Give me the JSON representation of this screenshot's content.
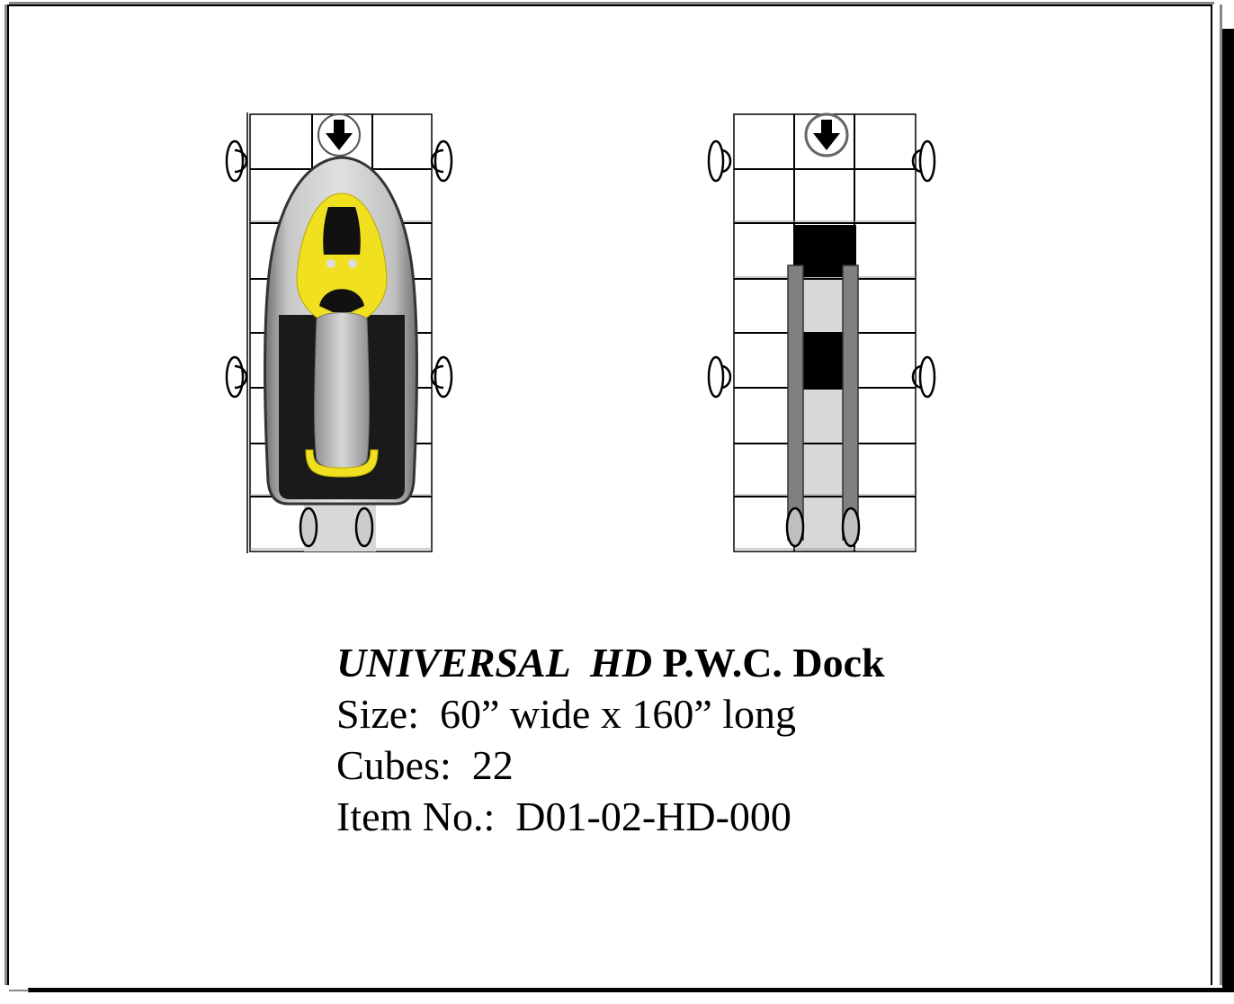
{
  "document": {
    "title": {
      "brand": "UNIVERSAL  HD",
      "product": " P.W.C. Dock"
    },
    "specs": [
      {
        "label": "Size:",
        "value": "  60” wide x 160” long"
      },
      {
        "label": "Cubes:",
        "value": "  22"
      },
      {
        "label": "Item No.:",
        "value": "  D01-02-HD-000"
      }
    ]
  },
  "diagrams": [
    {
      "name": "dock-with-pwc",
      "description": "Top view of dock with personal watercraft loaded",
      "icons": [
        "direction-arrow-down-icon",
        "cleat-icon",
        "roller-icon"
      ]
    },
    {
      "name": "dock-empty",
      "description": "Top view of empty dock showing drive-on rails",
      "icons": [
        "direction-arrow-down-icon",
        "cleat-icon",
        "roller-icon"
      ]
    }
  ],
  "colors": {
    "grid": "#000000",
    "rail": "#808080",
    "drive_pad": "#d8d8d8",
    "block": "#000000",
    "pwc_yellow": "#f0e020",
    "pwc_silver": "#b8b8b8"
  }
}
